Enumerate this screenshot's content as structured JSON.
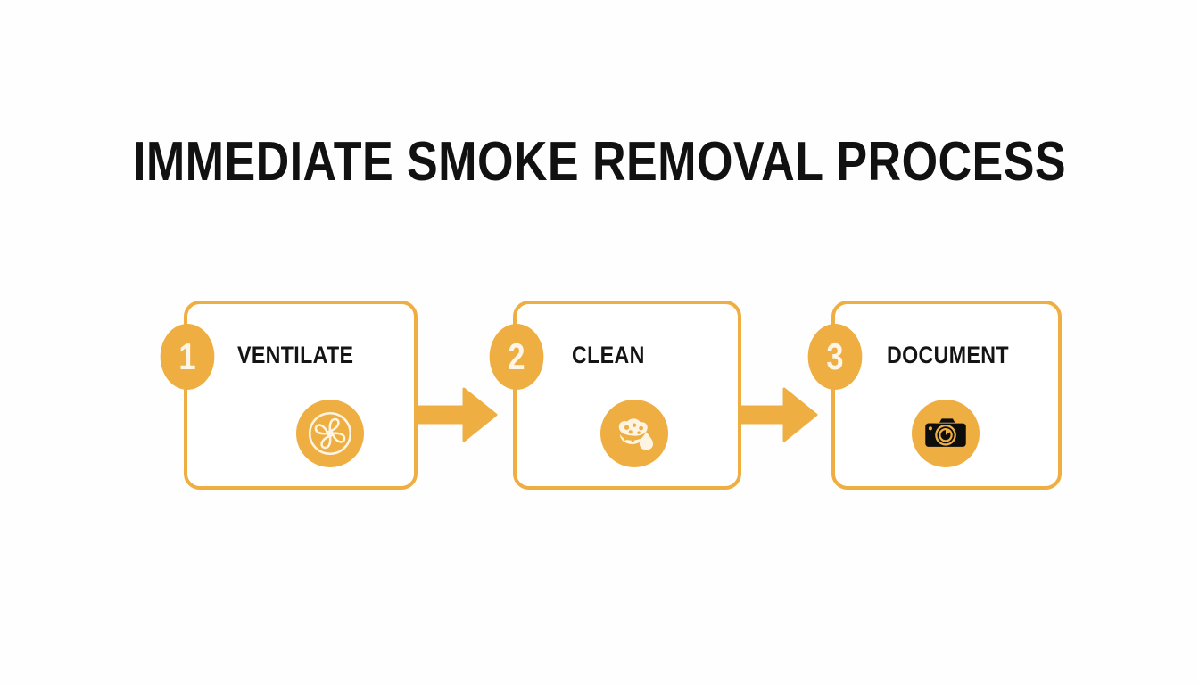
{
  "page": {
    "title": "IMMEDIATE SMOKE REMOVAL PROCESS",
    "background_color": "#fefefe",
    "accent_color": "#efae42",
    "text_color": "#141414"
  },
  "flow": {
    "steps": [
      {
        "number": "1",
        "label": "VENTILATE",
        "icon": "fan-icon"
      },
      {
        "number": "2",
        "label": "CLEAN",
        "icon": "sponge-droplet-icon"
      },
      {
        "number": "3",
        "label": "DOCUMENT",
        "icon": "camera-icon"
      }
    ],
    "connectors": [
      {
        "icon": "arrow-right-icon"
      },
      {
        "icon": "arrow-right-icon"
      }
    ]
  }
}
